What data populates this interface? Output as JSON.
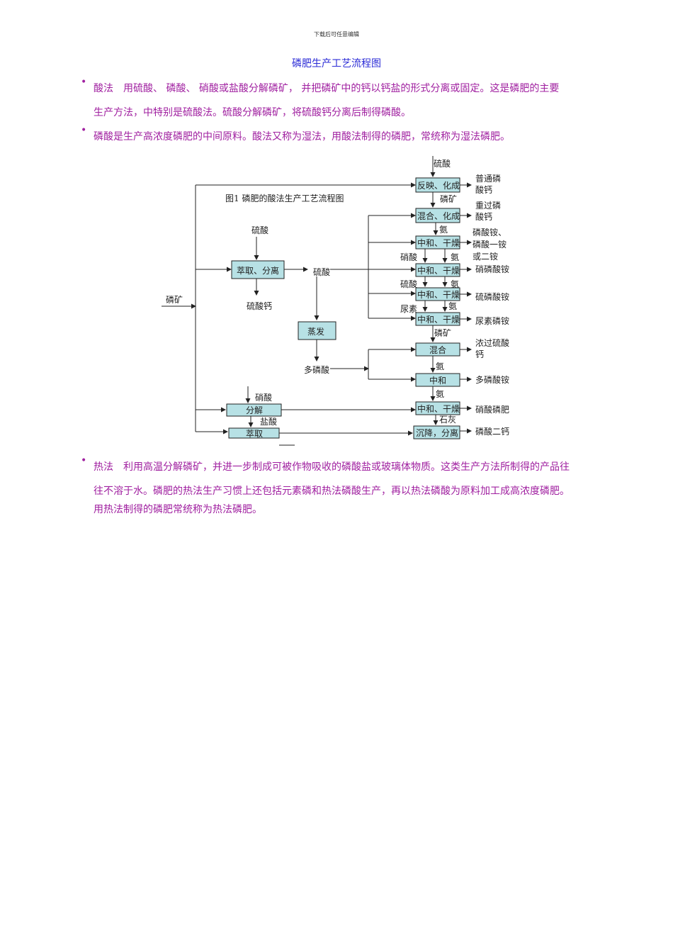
{
  "header_note": "下载后可任意编辑",
  "title": "磷肥生产工艺流程图",
  "bullets": [
    {
      "line1": "酸法　用硫酸、 磷酸、 硝酸或盐酸分解磷矿， 并把磷矿中的钙以钙盐的形式分离或固定。这是磷肥的主要",
      "line2": "生产方法，中特别是硫酸法。硫酸分解磷矿，将硫酸钙分离后制得磷酸。"
    },
    {
      "line1": "磷酸是生产高浓度磷肥的中间原料。酸法又称为湿法，用酸法制得的磷肥，常统称为湿法磷肥。"
    },
    {
      "line1": "热法　利用高温分解磷矿，并进一步制成可被作物吸收的磷酸盐或玻璃体物质。这类生产方法所制得的产品往",
      "line2": "往不溶于水。磷肥的热法生产习惯上还包括元素磷和热法磷酸生产，再以热法磷酸为原料加工成高浓度磷肥。",
      "line3": "用热法制得的磷肥常统称为热法磷肥。"
    }
  ],
  "bullet_glyph": "•",
  "diagram": {
    "caption": "图1  磷肥的酸法生产工艺流程图",
    "input": "磷矿",
    "top_acid": "硫酸",
    "extract_acid": "硫酸",
    "boxes": {
      "extract_separate": "萃取、分离",
      "evaporate": "蒸发",
      "react_cure": "反映、化成",
      "mix_cure": "混合、化成",
      "neutralize_dry_1": "中和、干燥",
      "neutralize_dry_2": "中和、干燥",
      "neutralize_dry_3": "中和、干燥",
      "neutralize_dry_4": "中和、干燥",
      "mix": "混合",
      "neutralize": "中和",
      "neutralize_dry_5": "中和、干燥",
      "decompose": "分解",
      "extract2": "萃取",
      "settle_separate": "沉降，分离"
    },
    "labels": {
      "calcium_sulfate": "硫酸钙",
      "phosphoric_acid": "硫酸",
      "polyphosphoric": "多磷酸",
      "rock_1": "磷矿",
      "ammonia_1": "氨",
      "nitric_1": "硝酸",
      "ammonia_2": "氨",
      "sulfuric_2": "硫酸",
      "ammonia_3": "氨",
      "urea": "尿素",
      "ammonia_4": "氨",
      "rock_2": "磷矿",
      "ammonia_5": "氨",
      "ammonia_6": "氨",
      "nitric_2": "硝酸",
      "hcl": "盐酸",
      "lime": "石灰"
    },
    "products": {
      "p1a": "普通磷",
      "p1b": "酸钙",
      "p2a": "重过磷",
      "p2b": "酸钙",
      "p3a": "磷酸铵、",
      "p3b": "磷酸一铵",
      "p3c": "或二铵",
      "p4": "硝磷酸铵",
      "p5": "硫磷酸铵",
      "p6": "尿素磷铵",
      "p7a": "浓过硫酸",
      "p7b": "钙",
      "p8": "多磷酸铵",
      "p9": "硝酸磷肥",
      "p10": "磷酸二钙"
    }
  }
}
